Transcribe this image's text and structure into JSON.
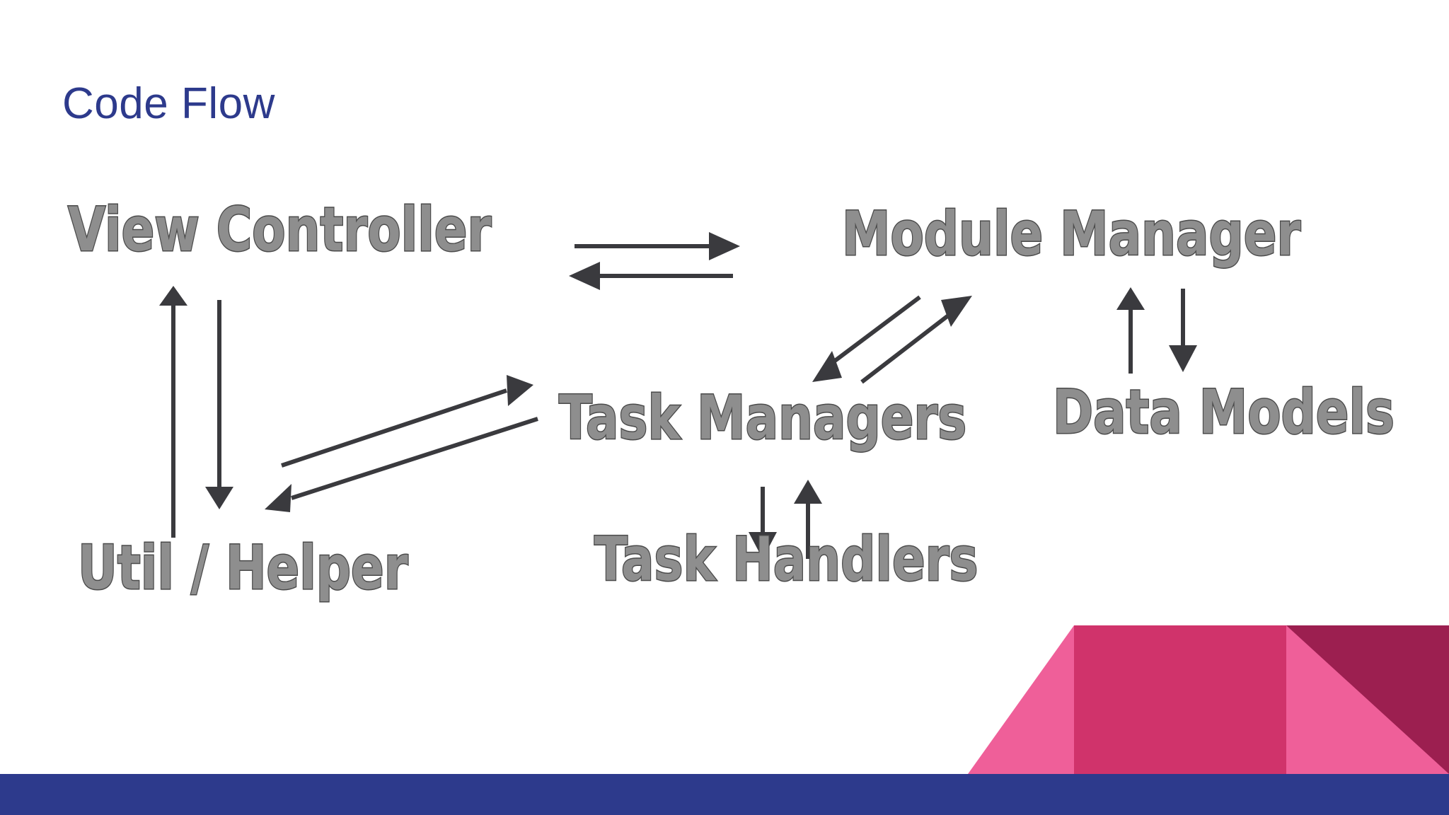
{
  "slide": {
    "title": "Code Flow",
    "background": "#ffffff"
  },
  "theme": {
    "title_color": "#2d3a8c",
    "bottom_bar_color": "#2d3a8c",
    "node_fill_color": "#8e8e8e",
    "node_outline_color": "#4a4a4a",
    "arrow_color": "#3a3a3e",
    "deco_pink_light": "#ef5f99",
    "deco_pink_mid": "#d0336b",
    "deco_maroon": "#9c1f50"
  },
  "diagram": {
    "type": "flow-diagram",
    "nodes": [
      {
        "id": "view-controller",
        "label": "View Controller"
      },
      {
        "id": "module-manager",
        "label": "Module Manager"
      },
      {
        "id": "task-managers",
        "label": "Task Managers"
      },
      {
        "id": "data-models",
        "label": "Data Models"
      },
      {
        "id": "util-helper",
        "label": "Util / Helper"
      },
      {
        "id": "task-handlers",
        "label": "Task Handlers"
      }
    ],
    "edges": [
      {
        "id": "vc-to-mm",
        "from": "view-controller",
        "to": "module-manager",
        "direction": "right"
      },
      {
        "id": "mm-to-vc",
        "from": "module-manager",
        "to": "view-controller",
        "direction": "left"
      },
      {
        "id": "uh-to-vc",
        "from": "util-helper",
        "to": "view-controller",
        "direction": "up"
      },
      {
        "id": "vc-to-uh",
        "from": "view-controller",
        "to": "util-helper",
        "direction": "down"
      },
      {
        "id": "uh-to-tm",
        "from": "util-helper",
        "to": "task-managers",
        "direction": "up-right"
      },
      {
        "id": "tm-to-uh",
        "from": "task-managers",
        "to": "util-helper",
        "direction": "down-left"
      },
      {
        "id": "mm-to-tm",
        "from": "module-manager",
        "to": "task-managers",
        "direction": "down-left"
      },
      {
        "id": "tm-to-mm",
        "from": "task-managers",
        "to": "module-manager",
        "direction": "up-right"
      },
      {
        "id": "dm-to-mm",
        "from": "data-models",
        "to": "module-manager",
        "direction": "up"
      },
      {
        "id": "mm-to-dm",
        "from": "module-manager",
        "to": "data-models",
        "direction": "down"
      },
      {
        "id": "tm-to-th",
        "from": "task-managers",
        "to": "task-handlers",
        "direction": "down"
      },
      {
        "id": "th-to-tm",
        "from": "task-handlers",
        "to": "task-managers",
        "direction": "up"
      }
    ]
  }
}
